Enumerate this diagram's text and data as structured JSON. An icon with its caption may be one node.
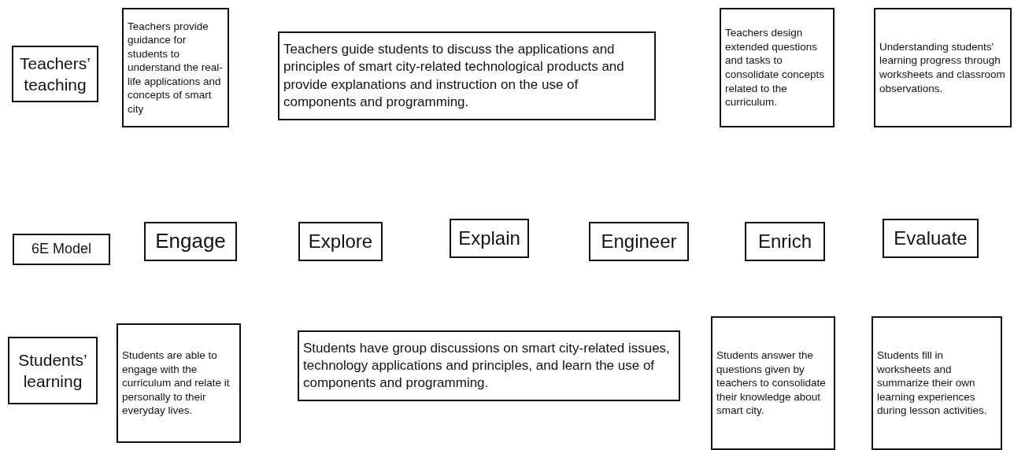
{
  "diagram": {
    "nodes": [
      {
        "text": [
          "Teachers’ teaching"
        ]
      },
      {
        "text": [
          "Teachers provide guidance for students to understand the real-life applications and concepts of smart city"
        ]
      },
      {
        "text": [
          "Teachers guide students to discuss the applications and principles of smart city-related technological products and provide explanations and instruction on the use of components and programming."
        ]
      },
      {
        "text": [
          "Teachers design extended questions and tasks to consolidate concepts related to the curriculum."
        ]
      },
      {
        "text": [
          "Understanding students' learning progress through worksheets and classroom observations."
        ]
      },
      {
        "text": [
          "6E Model"
        ]
      },
      {
        "text": [
          "Engage"
        ]
      },
      {
        "text": [
          "Explore"
        ]
      },
      {
        "text": [
          "Explain"
        ]
      },
      {
        "text": [
          "Engineer"
        ]
      },
      {
        "text": [
          "Enrich"
        ]
      },
      {
        "text": [
          "Evaluate"
        ]
      },
      {
        "text": [
          "Students’ learning"
        ]
      },
      {
        "text": [
          "Students are able to engage with the curriculum and relate it personally to their everyday lives."
        ]
      },
      {
        "text": [
          "Students have group discussions on smart city-related issues, technology applications and principles, and learn the use of components and programming."
        ]
      },
      {
        "text": [
          "Students answer the questions given by teachers to consolidate their knowledge about smart city."
        ]
      },
      {
        "text": [
          "Students fill in worksheets and summarize their own learning experiences during lesson activities."
        ]
      }
    ]
  }
}
